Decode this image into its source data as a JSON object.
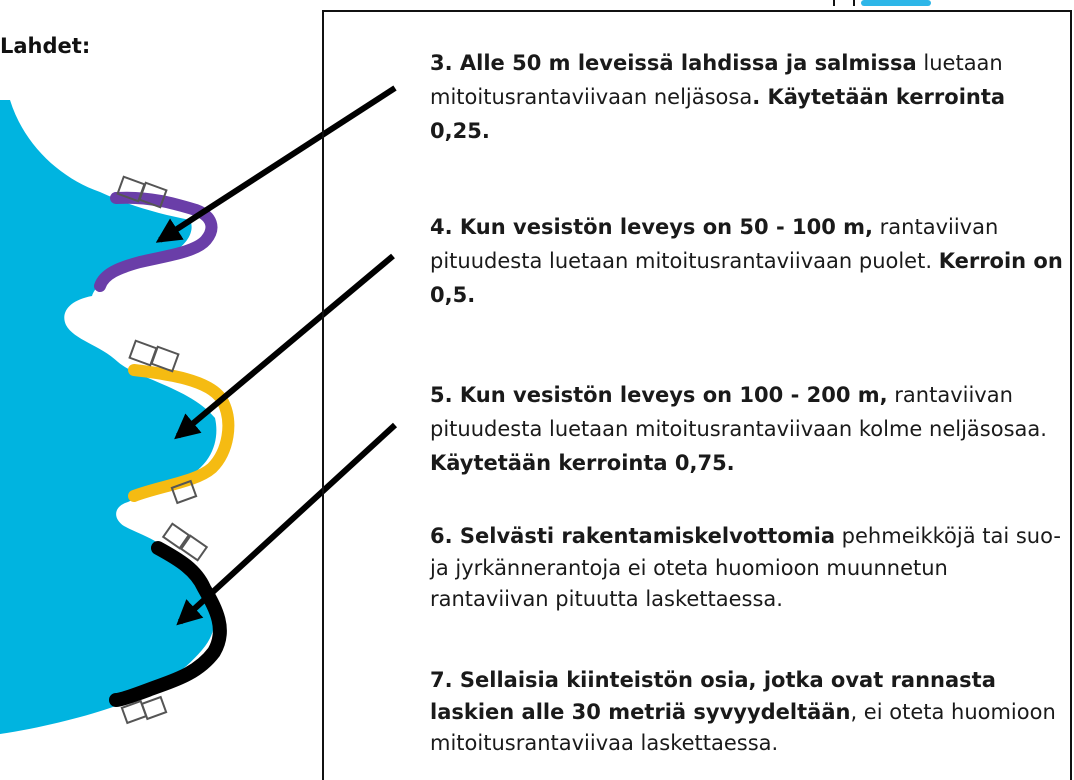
{
  "heading": "Lahdet:",
  "colors": {
    "water": "#00B4E0",
    "purple": "#6A3EA8",
    "yellow": "#F5BB12",
    "black": "#000000",
    "arrow": "#000000",
    "logo_blue": "#2EB6E8"
  },
  "paragraphs": [
    {
      "id": "p3",
      "parts": [
        {
          "bold": true,
          "text": "3. Alle 50 m leveissä lahdissa ja salmissa"
        },
        {
          "bold": false,
          "text": " luetaan mitoitusrantaviivaan neljäsosa"
        },
        {
          "bold": true,
          "text": ". Käytetään kerrointa 0,25."
        }
      ]
    },
    {
      "id": "p4",
      "parts": [
        {
          "bold": true,
          "text": "4. Kun vesistön leveys on 50 - 100 m,"
        },
        {
          "bold": false,
          "text": " rantaviivan pituudesta luetaan mitoitusrantaviivaan puolet. "
        },
        {
          "bold": true,
          "text": "Kerroin on 0,5."
        }
      ]
    },
    {
      "id": "p5",
      "parts": [
        {
          "bold": true,
          "text": "5. Kun vesistön leveys on 100 - 200 m,"
        },
        {
          "bold": false,
          "text": " rantaviivan pituudesta luetaan mitoitusrantaviivaan kolme neljäsosaa. "
        },
        {
          "bold": true,
          "text": "Käytetään kerrointa 0,75."
        }
      ]
    },
    {
      "id": "p6",
      "parts": [
        {
          "bold": true,
          "text": "6. Selvästi rakentamiskelvottomia"
        },
        {
          "bold": false,
          "text": " pehmeikköjä tai suo- ja jyrkännerantoja ei oteta huomioon muunnetun rantaviivan pituutta laskettaessa."
        }
      ]
    },
    {
      "id": "p7",
      "parts": [
        {
          "bold": true,
          "text": "7. Sellaisia kiinteistön osia, jotka ovat rannasta laskien alle 30 metriä syvyydeltään"
        },
        {
          "bold": false,
          "text": ", ei oteta huomioon mitoitusrantaviivaa laskettaessa."
        }
      ]
    }
  ]
}
